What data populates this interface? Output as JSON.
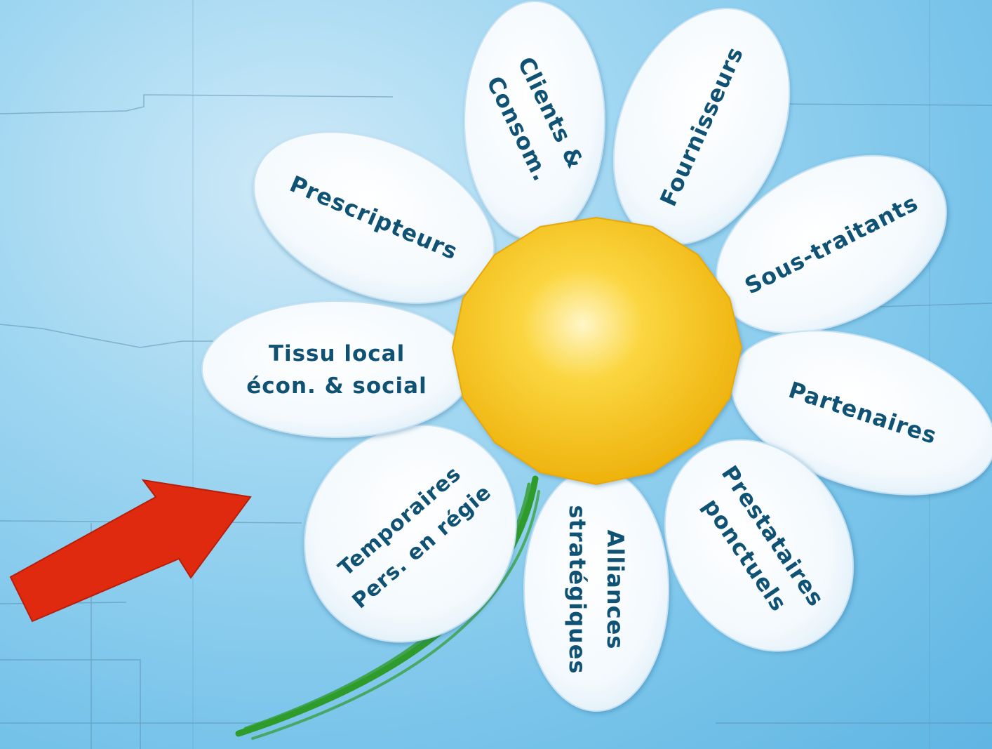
{
  "petals": [
    {
      "name": "petal-clients-consom",
      "lines": [
        "Clients &",
        "Consom."
      ]
    },
    {
      "name": "petal-fournisseurs",
      "lines": [
        "Fournisseurs"
      ]
    },
    {
      "name": "petal-sous-traitants",
      "lines": [
        "Sous-traitants"
      ]
    },
    {
      "name": "petal-partenaires",
      "lines": [
        "Partenaires"
      ]
    },
    {
      "name": "petal-prestataires-ponctuels",
      "lines": [
        "Prestataires",
        "ponctuels"
      ]
    },
    {
      "name": "petal-alliances-strategiques",
      "lines": [
        "Alliances",
        "stratégiques"
      ]
    },
    {
      "name": "petal-temporaires-pers-en-regie",
      "lines": [
        "Temporaires",
        "Pers. en régie"
      ]
    },
    {
      "name": "petal-tissu-local",
      "lines": [
        "Tissu local",
        "écon. & social"
      ]
    },
    {
      "name": "petal-prescripteurs",
      "lines": [
        "Prescripteurs"
      ]
    }
  ],
  "colors": {
    "petal_text": "#0f5274",
    "center": "#f7c21a",
    "arrow": "#e02a10",
    "stem": "#2f9b2b"
  }
}
